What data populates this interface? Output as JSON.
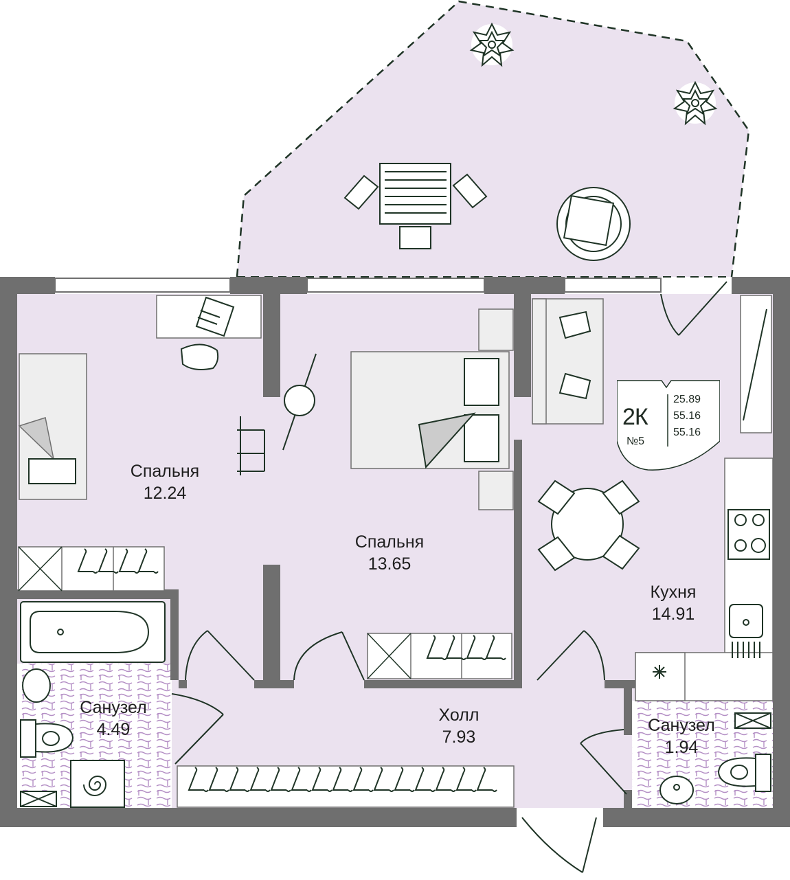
{
  "rooms": [
    {
      "id": "bedroom-1",
      "name": "Спальня",
      "area": "12.24"
    },
    {
      "id": "bedroom-2",
      "name": "Спальня",
      "area": "13.65"
    },
    {
      "id": "kitchen",
      "name": "Кухня",
      "area": "14.91"
    },
    {
      "id": "bathroom-1",
      "name": "Санузел",
      "area": "4.49"
    },
    {
      "id": "hall",
      "name": "Холл",
      "area": "7.93"
    },
    {
      "id": "bathroom-2",
      "name": "Санузел",
      "area": "1.94"
    }
  ],
  "badge": {
    "type": "2К",
    "number": "№5",
    "areas": [
      "25.89",
      "55.16",
      "55.16"
    ]
  },
  "colors": {
    "wall": "#6f6f6f",
    "floor": "#ebe2ef",
    "furniture_fill": "#eeeeee",
    "line": "#1f3426",
    "tile_pattern": "#b48fc5"
  },
  "icons": [
    "plant-icon",
    "laptop-icon",
    "hanger-icon",
    "stove-icon",
    "sink-icon",
    "toilet-icon",
    "bathtub-icon",
    "washing-machine-icon",
    "fan-icon"
  ]
}
